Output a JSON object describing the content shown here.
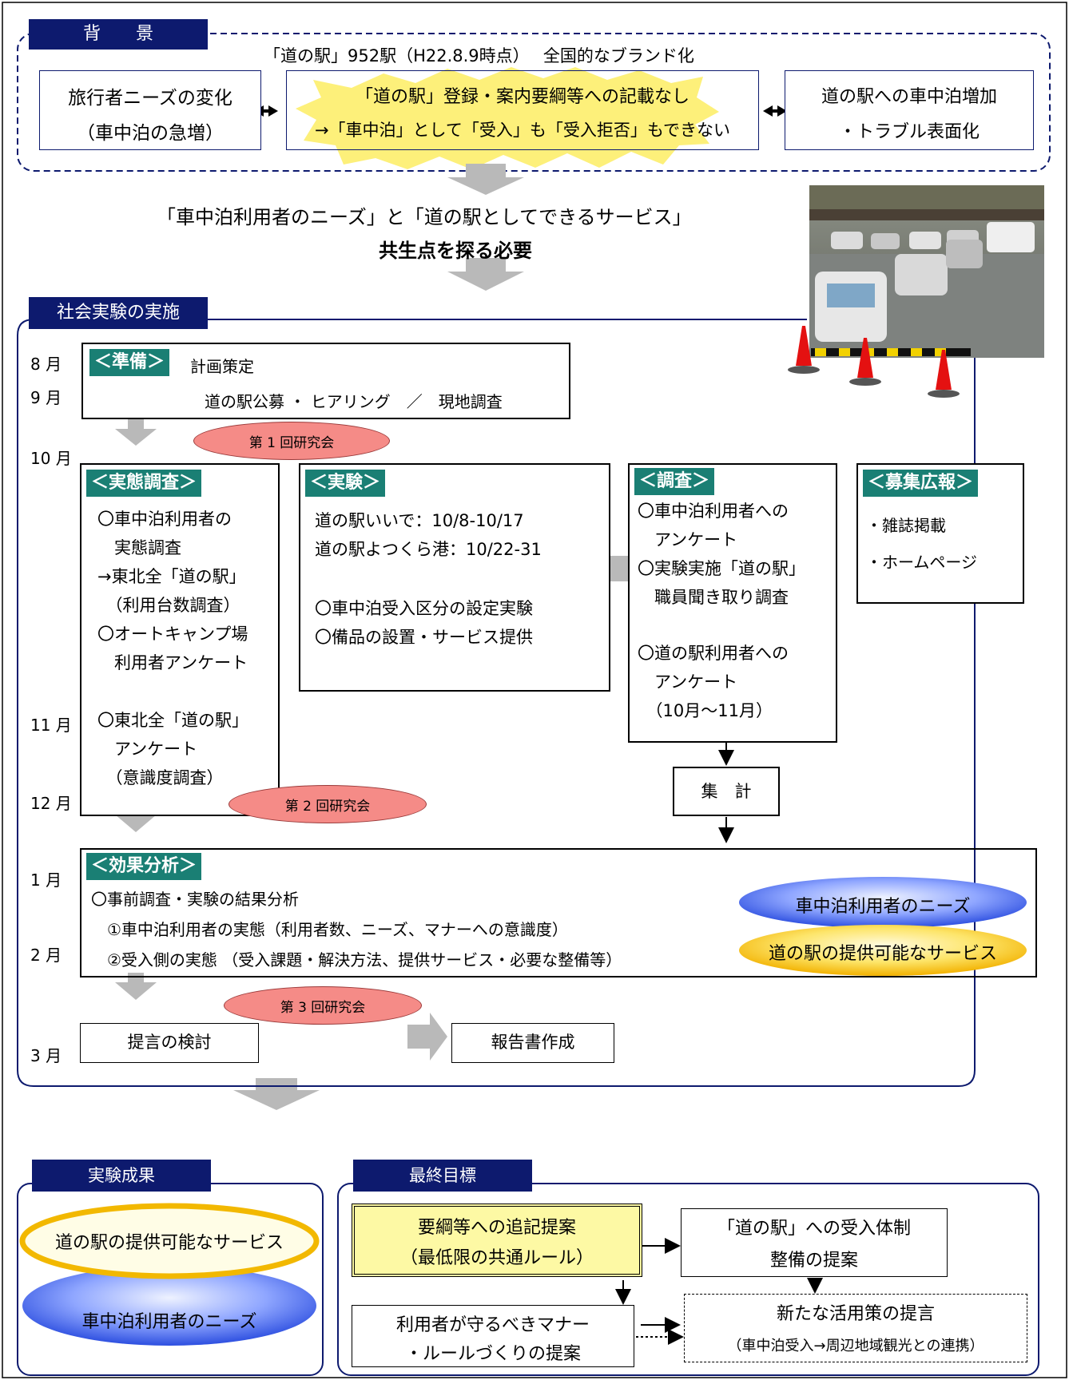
{
  "background": {
    "tab": "背　　景",
    "stations_line": "「道の駅」952駅（H22.8.9時点）　 全国的なブランド化",
    "left_line1": "旅行者ニーズの変化",
    "left_line2": "（車中泊の急増）",
    "center_line1": "「道の駅」登録・案内要綱等への記載なし",
    "center_line2": "→「車中泊」として「受入」も「受入拒否」もできない",
    "right_line1": "道の駅への車中泊増加",
    "right_line2": "・トラブル表面化",
    "needs_line": "「車中泊利用者のニーズ」と「道の駅としてできるサービス」",
    "need_point": "共生点を探る必要"
  },
  "experiment": {
    "tab": "社会実験の実施",
    "months": {
      "aug": "8 月",
      "sep": "9 月",
      "oct": "10 月",
      "nov": "11 月",
      "dec": "12 月",
      "jan": "1 月",
      "feb": "2 月",
      "mar": "3 月"
    },
    "prep": {
      "label": "＜準備＞",
      "line1": "計画策定",
      "line2": "道の駅公募 ・ ヒアリング　／　現地調査"
    },
    "meeting1": "第 1 回研究会",
    "meeting2": "第 2 回研究会",
    "meeting3": "第 3 回研究会",
    "survey_actual": {
      "label": "＜実態調査＞",
      "lines": [
        "〇車中泊利用者の",
        "　実態調査",
        "→東北全「道の駅」",
        "　（利用台数調査）",
        "〇オートキャンプ場",
        "　利用者アンケート",
        "",
        "〇東北全「道の駅」",
        "　アンケート",
        "　（意識度調査）"
      ]
    },
    "trial": {
      "label": "＜実験＞",
      "line1": "道の駅いいで：10/8-10/17",
      "line2": "道の駅よつくら港：10/22-31",
      "line3": "〇車中泊受入区分の設定実験",
      "line4": "〇備品の設置・サービス提供"
    },
    "survey": {
      "label": "＜調査＞",
      "lines_top": [
        "〇車中泊利用者への",
        "　アンケート",
        "〇実験実施「道の駅」",
        "　職員聞き取り調査"
      ],
      "lines_bottom": [
        "〇道の駅利用者への",
        "　アンケート",
        "　（10月～11月）"
      ]
    },
    "publicity": {
      "label": "＜募集広報＞",
      "line1": "・雑誌掲載",
      "line2": "・ホームページ"
    },
    "aggregate": "集　計",
    "analysis": {
      "label": "＜効果分析＞",
      "line1": "〇事前調査・実験の結果分析",
      "line2": "　①車中泊利用者の実態（利用者数、ニーズ、マナーへの意識度）",
      "line3": "　②受入側の実態 （受入課題・解決方法、提供サービス・必要な整備等）",
      "oval_blue": "車中泊利用者のニーズ",
      "oval_yellow": "道の駅の提供可能なサービス"
    },
    "proposal": "提言の検討",
    "report": "報告書作成"
  },
  "results": {
    "tab": "実験成果",
    "yellow": "道の駅の提供可能なサービス",
    "blue": "車中泊利用者のニーズ"
  },
  "goal": {
    "tab": "最終目標",
    "main_line1": "要綱等への追記提案",
    "main_line2": "（最低限の共通ルール）",
    "system_line1": "「道の駅」への受入体制",
    "system_line2": "整備の提案",
    "manner_line1": "利用者が守るべきマナー",
    "manner_line2": "・ルールづくりの提案",
    "new_line1": "新たな活用策の提言",
    "new_line2": "（車中泊受入→周辺地域観光との連携）"
  },
  "colors": {
    "navy": "#0d1a6e",
    "teal": "#1a7f74",
    "pink": "#f58b87",
    "highlight_yellow": "#fdf07a",
    "oval_blue": "#4a6cf0",
    "oval_gold": "#f5b800",
    "arrow_gray": "#b9b9b9"
  }
}
